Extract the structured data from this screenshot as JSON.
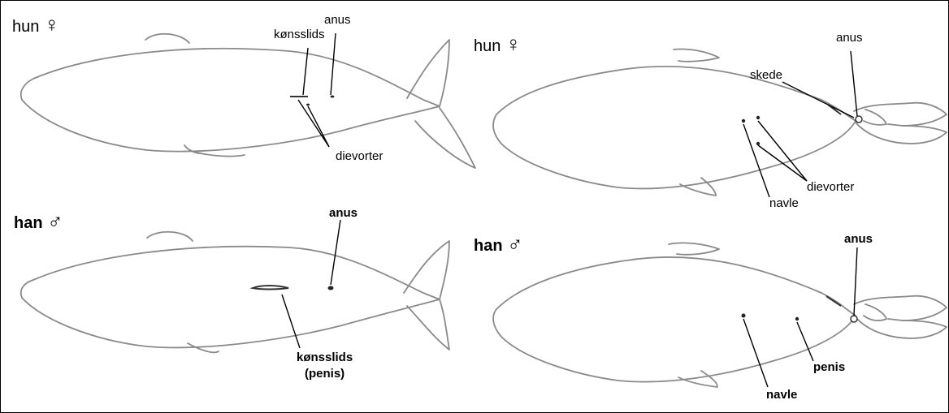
{
  "panels": [
    {
      "id": "top-left",
      "sex_label": "hun",
      "symbol": "♀",
      "labels": {
        "genital": "kønsslids",
        "anus": "anus",
        "nipples": "dievorter"
      }
    },
    {
      "id": "top-right",
      "sex_label": "hun",
      "symbol": "♀",
      "labels": {
        "vagina": "skede",
        "anus": "anus",
        "nipples": "dievorter",
        "navel": "navle"
      }
    },
    {
      "id": "bottom-left",
      "sex_label": "han",
      "symbol": "♂",
      "labels": {
        "anus": "anus",
        "genital": "kønsslids",
        "genital_note": "(penis)"
      }
    },
    {
      "id": "bottom-right",
      "sex_label": "han",
      "symbol": "♂",
      "labels": {
        "anus": "anus",
        "penis": "penis",
        "navel": "navle"
      }
    }
  ],
  "colors": {
    "outline": "#8a8a8a",
    "leader": "#000000",
    "background": "#ffffff"
  }
}
